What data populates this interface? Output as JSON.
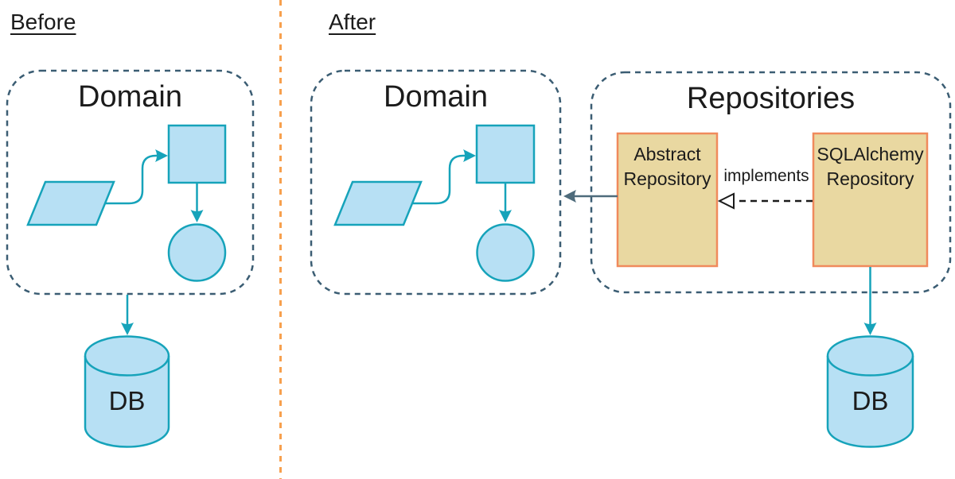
{
  "before_section": {
    "label": "Before",
    "domain_title": "Domain",
    "db_label": "DB"
  },
  "after_section": {
    "label": "After",
    "domain_title": "Domain",
    "repositories_title": "Repositories",
    "abstract_repository_label": "Abstract Repository",
    "sqlalchemy_repository_label": "SQLAlchemy Repository",
    "implements_label": "implements",
    "db_label": "DB"
  },
  "colors": {
    "background": "#ffffff",
    "text": "#1b1b1b",
    "shape_fill": "#b7e0f4",
    "shape_stroke": "#16a3ba",
    "container_dash": "#3b5d73",
    "divider": "#f7a04e",
    "repo_fill": "#e9d8a1",
    "repo_border": "#f08a5c",
    "uml_arrow": "#1b1b1b",
    "dependency_arrow": "#4e6b7b"
  }
}
